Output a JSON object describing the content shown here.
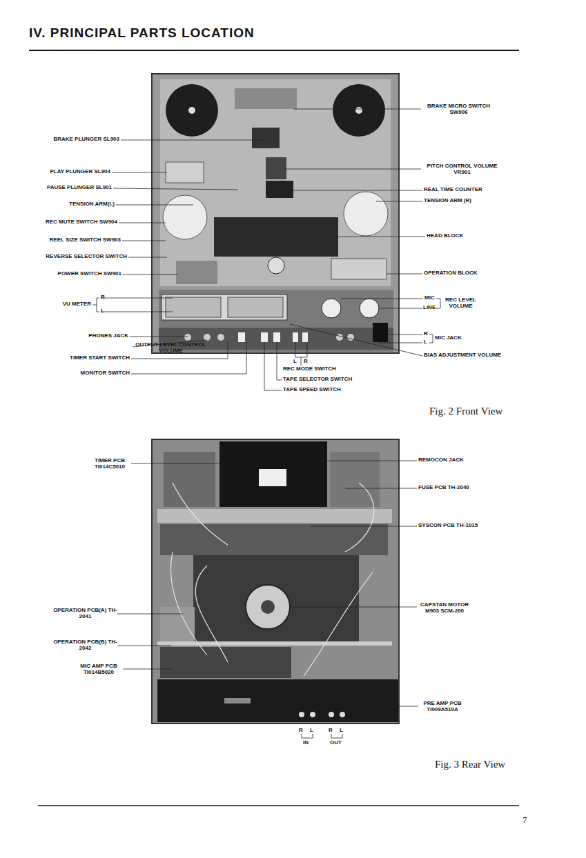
{
  "diagram": {
    "title": "IV. PRINCIPAL PARTS LOCATION",
    "labels": [
      "BRAKE PLUNGER SL903",
      "PLAY PLUNGER SL904",
      "PAUSE PLUNGER SL901",
      "TENSION ARM(L)",
      "REC MUTE SWITCH SW904",
      "REEL SIZE SWITCH SW903",
      "REVERSE SELECTOR SWITCH",
      "POWER SWITCH SW901",
      "VU METER",
      "R",
      "L",
      "PHONES JACK",
      "OUTPUT LEVEL CONTROL VOLUME",
      "TIMER START SWITCH",
      "MONITOR SWITCH",
      "L",
      "R",
      "REC MODE SWITCH",
      "TAPE SELECTOR SWITCH",
      "TAPE SPEED SWITCH",
      "BRAKE MICRO SWITCH SW906",
      "PITCH CONTROL VOLUME VR901",
      "REAL TIME COUNTER",
      "TENSION ARM (R)",
      "HEAD BLOCK",
      "OPERATION BLOCK",
      "MIC",
      "LINE",
      "REC LEVEL VOLUME",
      "R",
      "L",
      "MIC JACK",
      "BIAS ADJUSTMENT VOLUME",
      "Fig. 2 Front View",
      "TIMER PCB TI014C5010",
      "OPERATION PCB(A) TH-2041",
      "OPERATION PCB(B) TH-2042",
      "MIC AMP PCB TI014B5020",
      "REMOCON JACK",
      "FUSE PCB TH-2040",
      "SYSCON PCB TH-1015",
      "CAPSTAN MOTOR M903 SCM-200",
      "PRE AMP PCB TI009A510A",
      "R",
      "L",
      "R",
      "L",
      "IN",
      "OUT",
      "Fig. 3 Rear View",
      "7"
    ]
  }
}
